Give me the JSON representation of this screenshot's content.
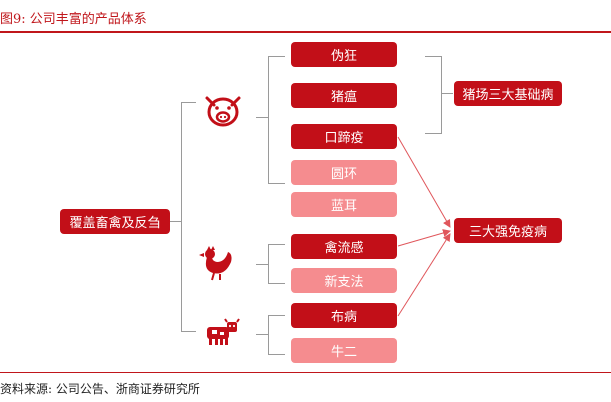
{
  "caption": "图9:  公司丰富的产品体系",
  "source": "资料来源: 公司公告、浙商证券研究所",
  "root": {
    "label": "覆盖畜禽及反刍"
  },
  "products": [
    {
      "label": "伪狂",
      "tone": "dark"
    },
    {
      "label": "猪瘟",
      "tone": "dark"
    },
    {
      "label": "口蹄疫",
      "tone": "dark"
    },
    {
      "label": "圆环",
      "tone": "light"
    },
    {
      "label": "蓝耳",
      "tone": "light"
    },
    {
      "label": "禽流感",
      "tone": "dark"
    },
    {
      "label": "新支法",
      "tone": "light"
    },
    {
      "label": "布病",
      "tone": "dark"
    },
    {
      "label": "牛二",
      "tone": "light"
    }
  ],
  "groups": {
    "pig_major": "猪场三大基础病",
    "big_three": "三大强免疫病"
  },
  "icons": {
    "pig": "pig-icon",
    "chicken": "chicken-icon",
    "cow": "cow-icon"
  },
  "colors": {
    "accent": "#c20f18",
    "light": "#f58c8f",
    "bracket": "#9a9a9a"
  }
}
